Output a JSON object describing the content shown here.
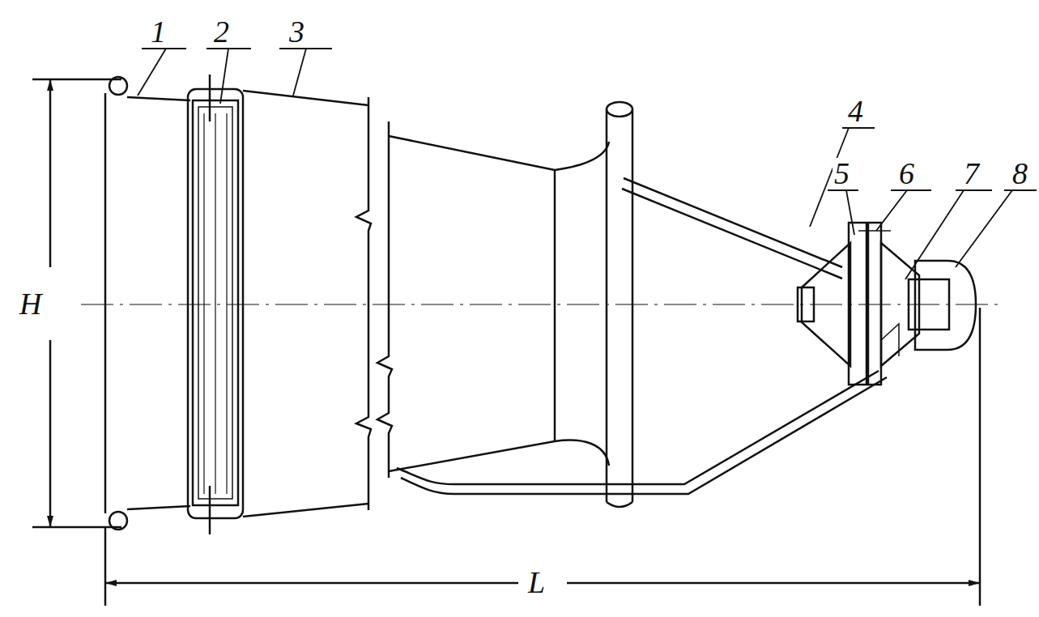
{
  "diagram": {
    "labels": [
      "1",
      "2",
      "3",
      "4",
      "5",
      "6",
      "7",
      "8",
      "H",
      "L"
    ]
  }
}
